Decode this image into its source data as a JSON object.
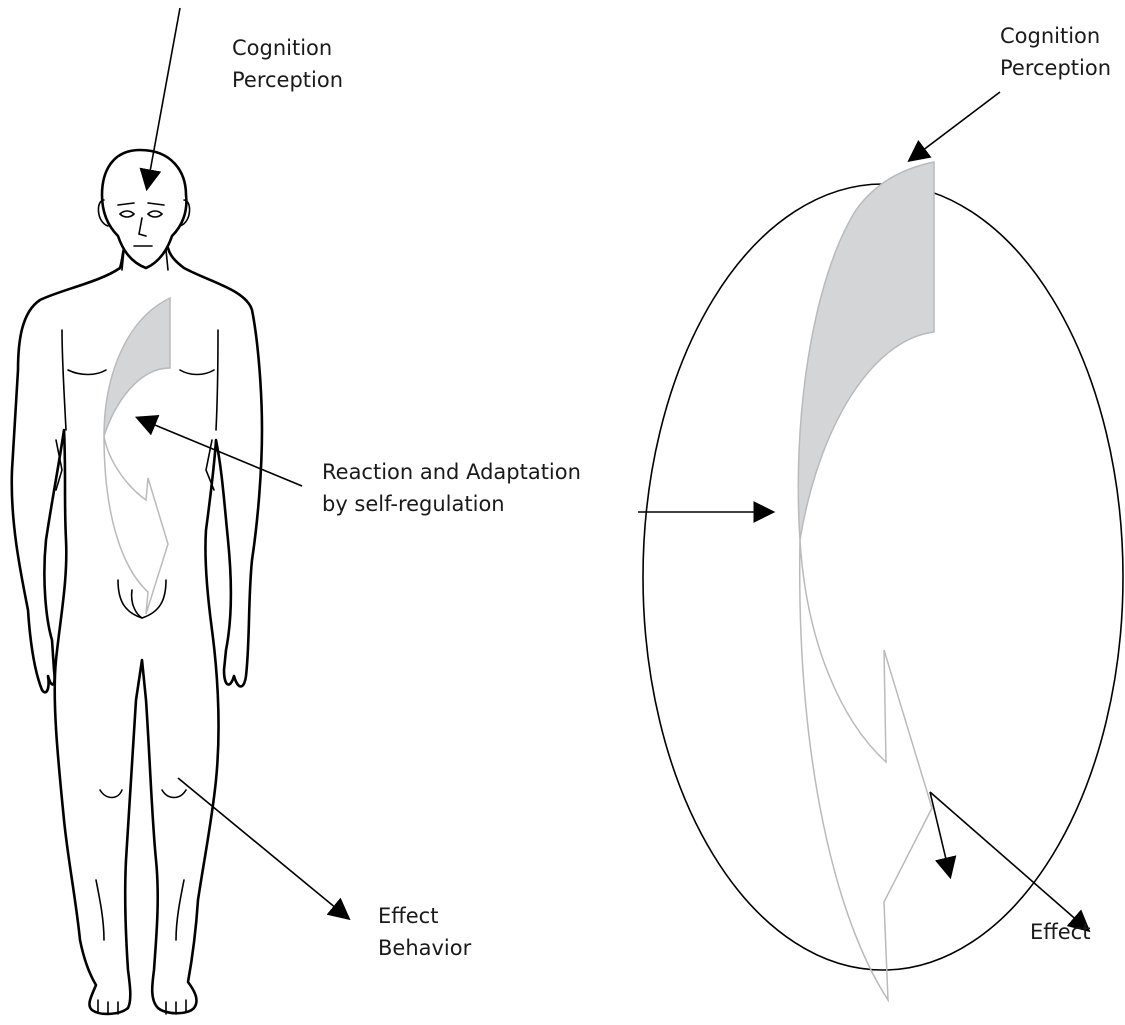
{
  "colors": {
    "ink": "#000000",
    "text": "#1a1a1a",
    "shade_fill": "#d4d5d7",
    "shade_stroke": "#b9babc"
  },
  "labels": {
    "left_top": [
      "Cognition",
      "Perception"
    ],
    "right_top": [
      "Cognition",
      "Perception"
    ],
    "middle": [
      "Reaction and Adaptation",
      "by self-regulation"
    ],
    "left_bottom": [
      "Effect",
      "Behavior"
    ],
    "right_bottom": [
      "Effect"
    ]
  },
  "figures": {
    "left": "human-figure",
    "right": "ellipse"
  }
}
